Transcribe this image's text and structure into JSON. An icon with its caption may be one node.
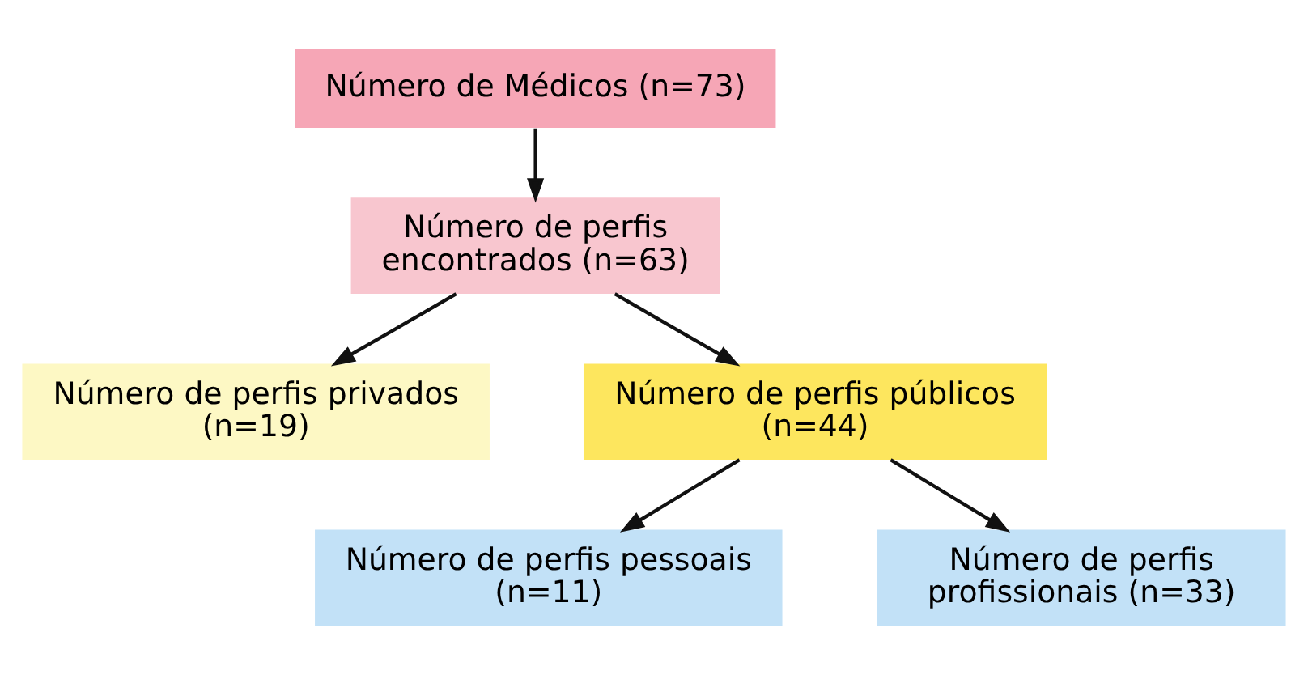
{
  "diagram": {
    "nodes": [
      {
        "text": [
          "Número de Médicos (n=73)"
        ]
      },
      {
        "text": [
          "Número de perfis encontrados (n=63)"
        ]
      },
      {
        "text": [
          "Número de perfis privados (n=19)"
        ]
      },
      {
        "text": [
          "Número de perfis públicos (n=44)"
        ]
      },
      {
        "text": [
          "Número de perfis pessoais (n=11)"
        ]
      },
      {
        "text": [
          "Número de perfis profissionais (n=33)"
        ]
      }
    ],
    "edges": [
      {
        "from": 0,
        "to": 1,
        "arrow": "to"
      },
      {
        "from": 1,
        "to": 2,
        "arrow": "to"
      },
      {
        "from": 1,
        "to": 3,
        "arrow": "to"
      },
      {
        "from": 3,
        "to": 4,
        "arrow": "to"
      },
      {
        "from": 3,
        "to": 5,
        "arrow": "to"
      }
    ]
  }
}
